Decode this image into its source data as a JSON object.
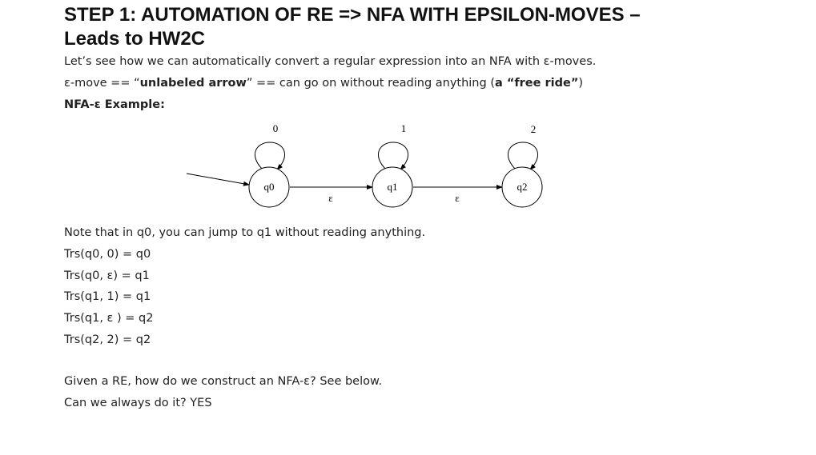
{
  "title": {
    "line1": "STEP 1:  AUTOMATION OF RE => NFA WITH EPSILON-MOVES –",
    "line2": "Leads to HW2C"
  },
  "intro": "Let’s see how we can automatically convert a regular expression into an NFA with ε-moves.",
  "definition": {
    "prefix": "ε-move == “",
    "bold1": "unlabeled arrow",
    "middle": "” == can go on without reading anything (",
    "bold2": "a “free ride”",
    "suffix": ")"
  },
  "example_label": "NFA-ε Example:",
  "diagram": {
    "states": [
      "q0",
      "q1",
      "q2"
    ],
    "loop_labels": [
      "0",
      "1",
      "2"
    ],
    "edge_labels": [
      "ε",
      "ε"
    ]
  },
  "note": "Note that in q0, you can jump to q1 without reading anything.",
  "transitions": [
    "Trs(q0, 0) = q0",
    "Trs(q0, ε) = q1",
    "Trs(q1, 1) = q1",
    "Trs(q1, ε ) = q2",
    "Trs(q2, 2) = q2"
  ],
  "question1": "Given a RE, how do we construct an NFA-ε?   See below.",
  "question2": "Can we always do it?   YES"
}
